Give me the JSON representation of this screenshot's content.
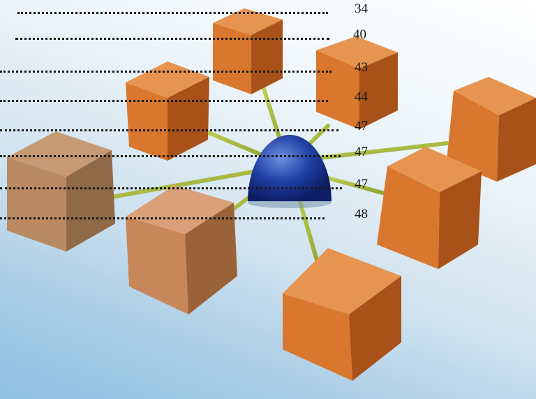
{
  "toc": {
    "page_numbers": [
      "34",
      "40",
      "43",
      "44",
      "47",
      "47",
      "47",
      "48"
    ]
  },
  "colors": {
    "cube_front": "#d9772e",
    "cube_side": "#a8521a",
    "cube_top": "#e69450",
    "cube_faded": "#b98a62",
    "hub": "#1f3fa3",
    "connector": "#a8ba3a",
    "background": "#bcd8ea"
  },
  "graphic": {
    "description_icon": "network-hub-icon"
  }
}
